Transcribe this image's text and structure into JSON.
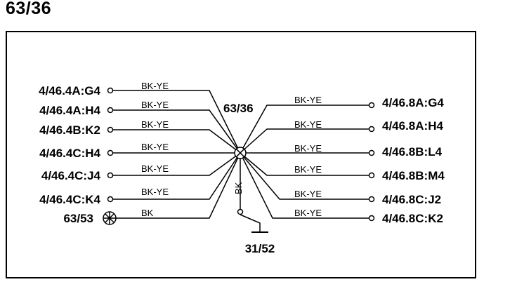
{
  "title": "63/36",
  "splice": {
    "label": "63/36"
  },
  "ground": {
    "label": "31/52",
    "wire_color": "BK"
  },
  "left_connections": [
    {
      "label": "4/46.4A:G4",
      "wire": "BK-YE"
    },
    {
      "label": "4/46.4A:H4",
      "wire": "BK-YE"
    },
    {
      "label": "4/46.4B:K2",
      "wire": "BK-YE"
    },
    {
      "label": "4/46.4C:H4",
      "wire": "BK-YE"
    },
    {
      "label": "4/46.4C:J4",
      "wire": "BK-YE"
    },
    {
      "label": "4/46.4C:K4",
      "wire": "BK-YE"
    },
    {
      "label": "63/53",
      "wire": "BK"
    }
  ],
  "right_connections": [
    {
      "label": "4/46.8A:G4",
      "wire": "BK-YE"
    },
    {
      "label": "4/46.8A:H4",
      "wire": "BK-YE"
    },
    {
      "label": "4/46.8B:L4",
      "wire": "BK-YE"
    },
    {
      "label": "4/46.8B:M4",
      "wire": "BK-YE"
    },
    {
      "label": "4/46.8C:J2",
      "wire": "BK-YE"
    },
    {
      "label": "4/46.8C:K2",
      "wire": "BK-YE"
    }
  ]
}
